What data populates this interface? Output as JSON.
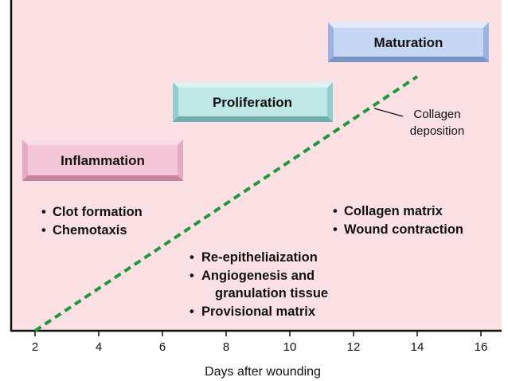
{
  "phases": [
    {
      "id": "inflammation",
      "label": "Inflammation",
      "color": "#f3c7d8"
    },
    {
      "id": "proliferation",
      "label": "Proliferation",
      "color": "#bfe7e6"
    },
    {
      "id": "maturation",
      "label": "Maturation",
      "color": "#c7d6f2"
    }
  ],
  "inflammation_events": [
    "Clot formation",
    "Chemotaxis"
  ],
  "proliferation_events": [
    "Re-epitheliaization",
    "Angiogenesis and",
    "granulation tissue",
    "Provisional matrix"
  ],
  "maturation_events": [
    "Collagen matrix",
    "Wound contraction"
  ],
  "collagen_label": [
    "Collagen",
    "deposition"
  ],
  "chart_data": {
    "type": "line",
    "xlabel": "Days after wounding",
    "ylabel": "",
    "xlim": [
      2,
      16
    ],
    "x_ticks": [
      "2",
      "4",
      "6",
      "8",
      "10",
      "12",
      "14",
      "16"
    ],
    "series": [
      {
        "name": "Collagen deposition",
        "x": [
          2,
          14
        ],
        "y": [
          0,
          1
        ],
        "style": "dashed",
        "color": "#1e9a3c"
      }
    ]
  },
  "colors": {
    "plot_background": "#fbe1e4",
    "axis": "#111111"
  }
}
